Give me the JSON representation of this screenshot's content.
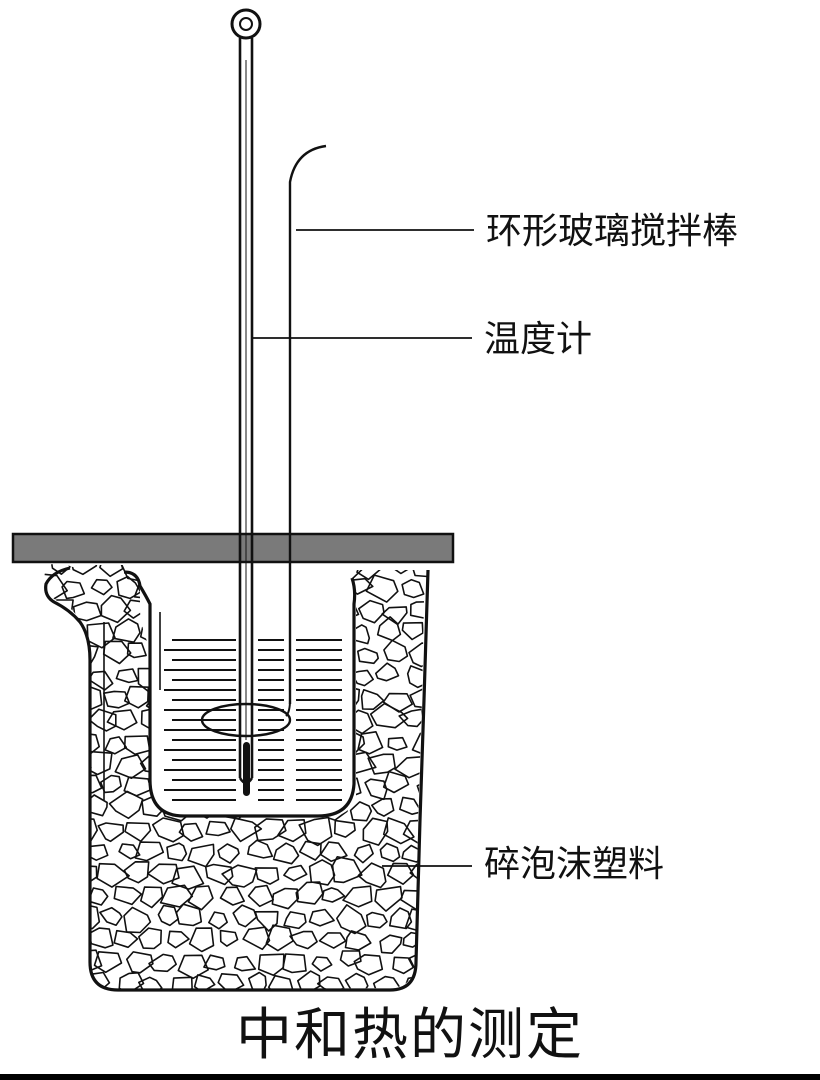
{
  "title": "中和热的测定",
  "labels": {
    "stirrer": "环形玻璃搅拌棒",
    "thermometer": "温度计",
    "foam": "碎泡沫塑料"
  },
  "colors": {
    "background": "#ffffff",
    "frame": "#000000",
    "ink": "#111111",
    "lid": "#7a7a7a"
  }
}
